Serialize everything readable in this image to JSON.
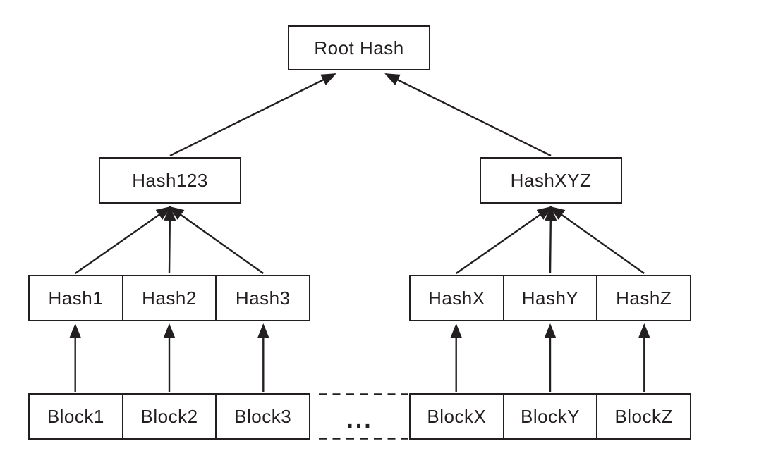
{
  "canvas": {
    "background": "#ffffff",
    "ink": "#231f20"
  },
  "tree": {
    "root": {
      "label": "Root Hash"
    },
    "level2": [
      {
        "label": "Hash123"
      },
      {
        "label": "HashXYZ"
      }
    ],
    "level3_left": [
      {
        "label": "Hash1"
      },
      {
        "label": "Hash2"
      },
      {
        "label": "Hash3"
      }
    ],
    "level3_right": [
      {
        "label": "HashX"
      },
      {
        "label": "HashY"
      },
      {
        "label": "HashZ"
      }
    ],
    "leaves_left": [
      {
        "label": "Block1"
      },
      {
        "label": "Block2"
      },
      {
        "label": "Block3"
      }
    ],
    "leaves_right": [
      {
        "label": "BlockX"
      },
      {
        "label": "BlockY"
      },
      {
        "label": "BlockZ"
      }
    ],
    "ellipsis": "..."
  }
}
